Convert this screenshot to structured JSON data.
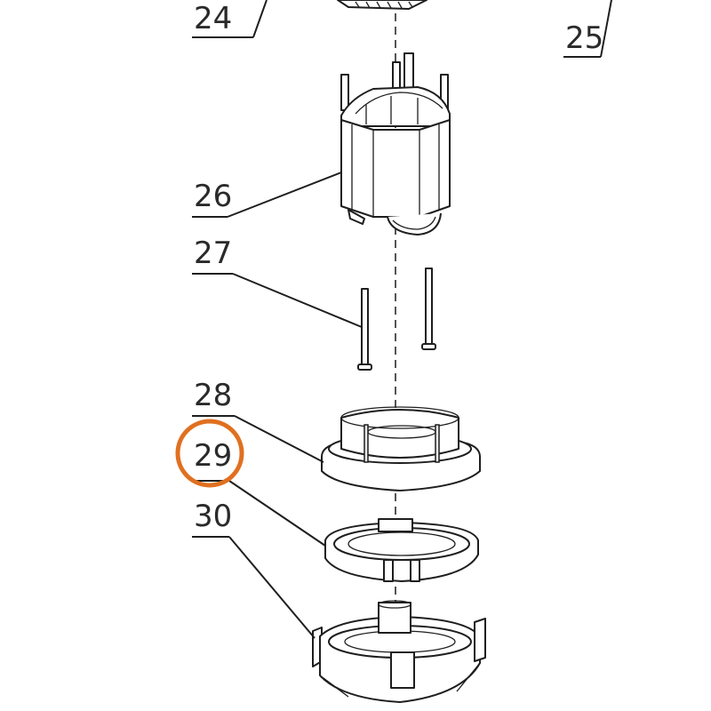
{
  "callouts": [
    {
      "id": "24",
      "text": "24"
    },
    {
      "id": "25",
      "text": "25"
    },
    {
      "id": "26",
      "text": "26"
    },
    {
      "id": "27",
      "text": "27"
    },
    {
      "id": "28",
      "text": "28"
    },
    {
      "id": "29",
      "text": "29"
    },
    {
      "id": "30",
      "text": "30"
    }
  ],
  "highlight": {
    "target": "29",
    "color": "#E07020"
  },
  "line_color": "#1e1e1e"
}
